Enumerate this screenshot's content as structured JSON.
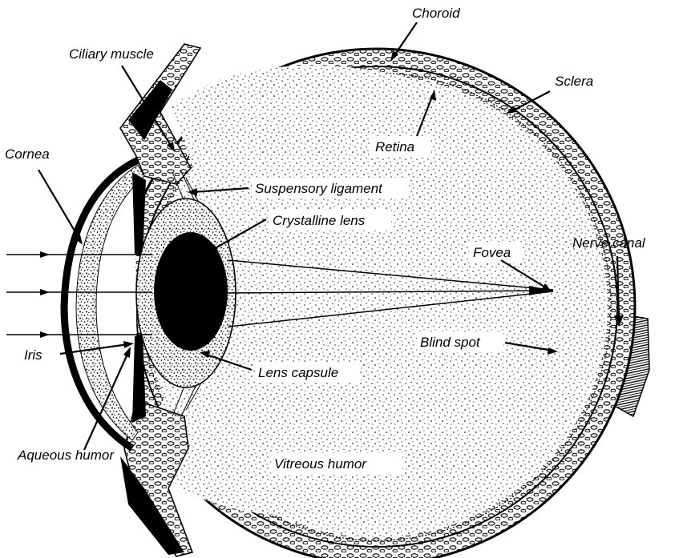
{
  "colors": {
    "ink": "#000000",
    "paper": "#ffffff",
    "stipple": "#1a1a1a"
  },
  "labels": {
    "choroid": "Choroid",
    "ciliary_muscle": "Ciliary muscle",
    "sclera": "Sclera",
    "retina": "Retina",
    "cornea": "Cornea",
    "suspensory_ligament": "Suspensory ligament",
    "crystalline_lens": "Crystalline lens",
    "nerve_canal": "Nerve canal",
    "fovea": "Fovea",
    "blind_spot": "Blind spot",
    "iris": "Iris",
    "lens_capsule": "Lens capsule",
    "aqueous_humor": "Aqueous humor",
    "vitreous_humor": "Vitreous humor"
  }
}
